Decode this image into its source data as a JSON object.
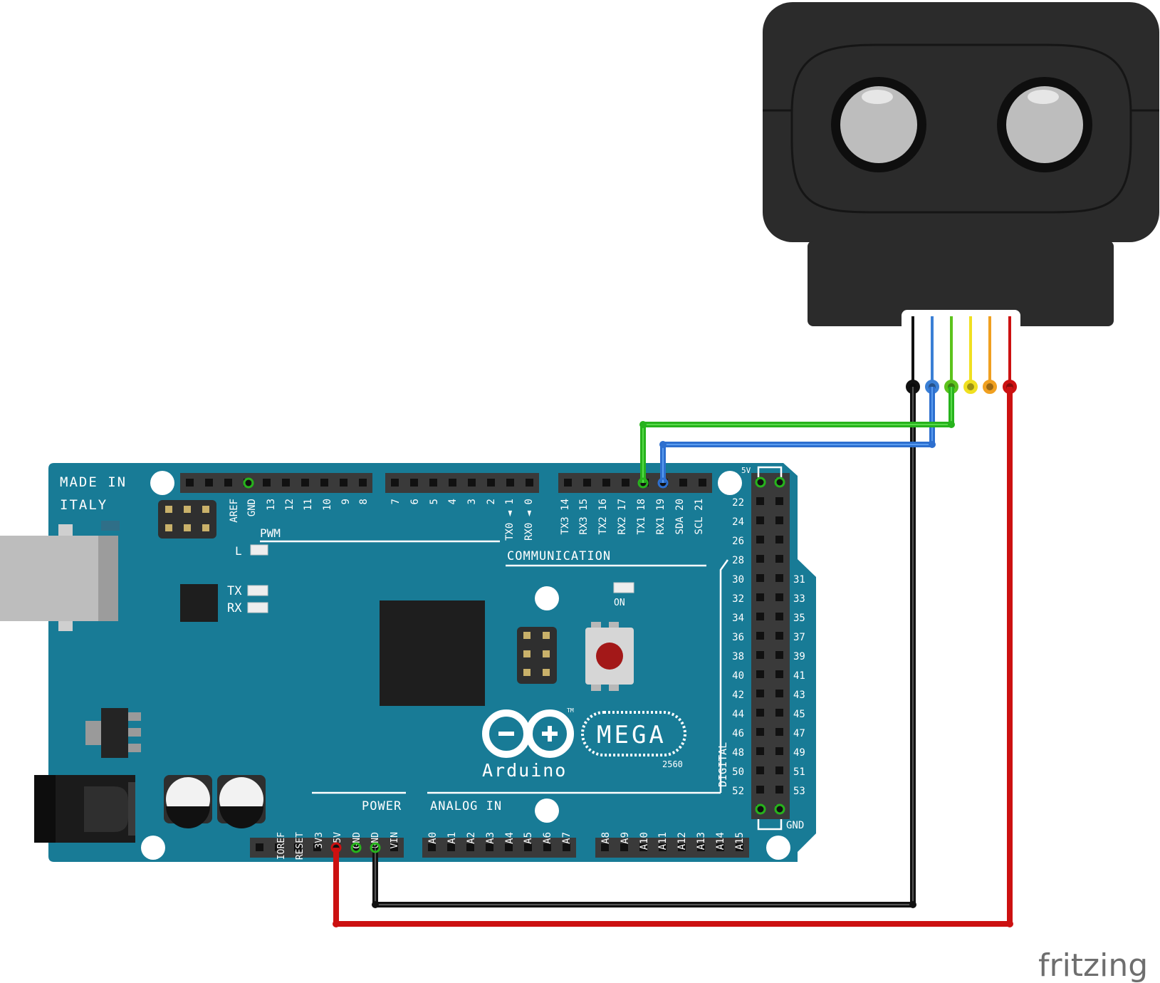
{
  "board": {
    "made_in": "MADE IN",
    "italy": "ITALY",
    "pwm": "PWM",
    "communication": "COMMUNICATION",
    "led_l": "L",
    "led_tx": "TX",
    "led_rx": "RX",
    "led_on": "ON",
    "power": "POWER",
    "analog_in": "ANALOG IN",
    "digital": "DIGITAL",
    "label_5v": "5V",
    "label_gnd": "GND",
    "logo_word": "Arduino",
    "tm": "TM",
    "mega": "MEGA",
    "model": "2560",
    "top_header_labels": [
      "AREF",
      "GND",
      "13",
      "12",
      "11",
      "10",
      "9",
      "8"
    ],
    "mid_header_labels": [
      "7",
      "6",
      "5",
      "4",
      "3",
      "2",
      "TX0 ◄ 1",
      "RX0 ◄ 0"
    ],
    "comm_header_labels": [
      "TX3 14",
      "RX3 15",
      "TX2 16",
      "RX2 17",
      "TX1 18",
      "RX1 19",
      "SDA 20",
      "SCL 21"
    ],
    "power_header_labels": [
      "IOREF",
      "RESET",
      "3V3",
      "5V",
      "GND",
      "GND",
      "VIN"
    ],
    "analog_labels_a": [
      "A0",
      "A1",
      "A2",
      "A3",
      "A4",
      "A5",
      "A6",
      "A7"
    ],
    "analog_labels_b": [
      "A8",
      "A9",
      "A10",
      "A11",
      "A12",
      "A13",
      "A14",
      "A15"
    ],
    "digital_left": [
      "22",
      "24",
      "26",
      "28",
      "30",
      "32",
      "34",
      "36",
      "38",
      "40",
      "42",
      "44",
      "46",
      "48",
      "50",
      "52"
    ],
    "digital_right": [
      "31",
      "33",
      "35",
      "37",
      "39",
      "41",
      "43",
      "45",
      "47",
      "49",
      "51",
      "53"
    ]
  },
  "sensor": {
    "name": "ultrasonic-distance-sensor",
    "wire_colors": [
      "#111111",
      "#3a7fd5",
      "#5cc31c",
      "#f0e020",
      "#f0a020",
      "#cc1111"
    ]
  },
  "wires": [
    {
      "from": "sensor-pin-1",
      "to": "GND",
      "color": "#1a1a1a"
    },
    {
      "from": "sensor-pin-2",
      "to": "RX1 19",
      "color": "#2d6fcf"
    },
    {
      "from": "sensor-pin-3",
      "to": "TX1 18",
      "color": "#27b31c"
    },
    {
      "from": "sensor-pin-6",
      "to": "5V",
      "color": "#cc1111"
    }
  ],
  "colors": {
    "board": "#187b96",
    "header": "#3a3a3a",
    "sensor_body": "#2a2a2a"
  },
  "watermark": "fritzing"
}
